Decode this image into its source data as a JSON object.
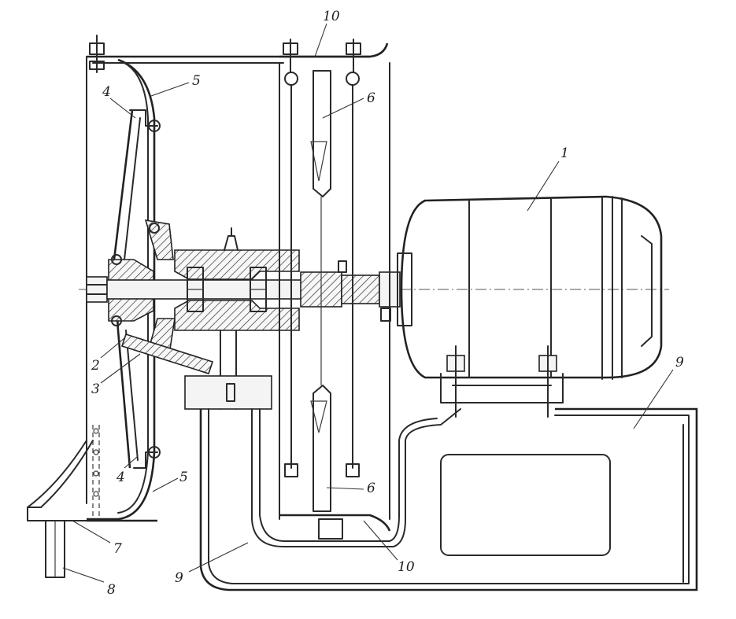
{
  "labels": {
    "motor": "1",
    "impeller_disc": "2",
    "blade": "3",
    "bolt_top": "4",
    "bolt_bottom": "4",
    "casing_top": "5",
    "casing_bottom": "5",
    "filter_top": "6",
    "filter_bottom": "6",
    "outlet_flange": "7",
    "outlet_pipe": "8",
    "frame_left": "9",
    "frame_right": "9",
    "top_plate": "10",
    "bottom_plate": "10"
  },
  "colors": {
    "line": "#2a2a2a",
    "paper": "#ffffff"
  }
}
